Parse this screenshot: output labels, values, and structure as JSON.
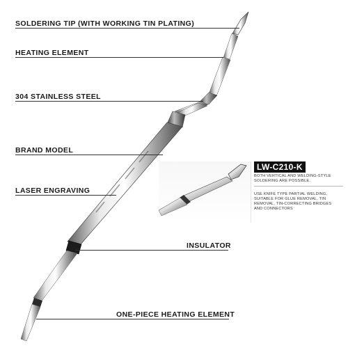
{
  "labels": {
    "soldering_tip": "SOLDERING TIP (WITH WORKING TIN PLATING)",
    "heating_element": "HEATING ELEMENT",
    "stainless_steel": "304 STAINLESS STEEL",
    "brand_model": "BRAND MODEL",
    "laser_engraving": "LASER ENGRAVING",
    "insulator": "INSULATOR",
    "one_piece_heating": "ONE-PIECE HEATING ELEMENT"
  },
  "detail": {
    "model": "LW-C210-K",
    "line1": "BOTH VERTICAL AND WELDING-STYLE",
    "line2": "SOLDERING ARE POSSIBLE.",
    "usage1": "USE KNIFE TYPE PARTIAL WELDING,",
    "usage2": "SUITABLE FOR GLUE REMOVAL, TIN",
    "usage3": "REMOVAL, TIN-CORRECTING BRIDGES",
    "usage4": "AND CONNECTORS"
  },
  "colors": {
    "steel_light": "#f2f2f2",
    "steel_dark": "#6f6f6f",
    "insulator": "#1c1c1c",
    "leader": "#333333"
  }
}
